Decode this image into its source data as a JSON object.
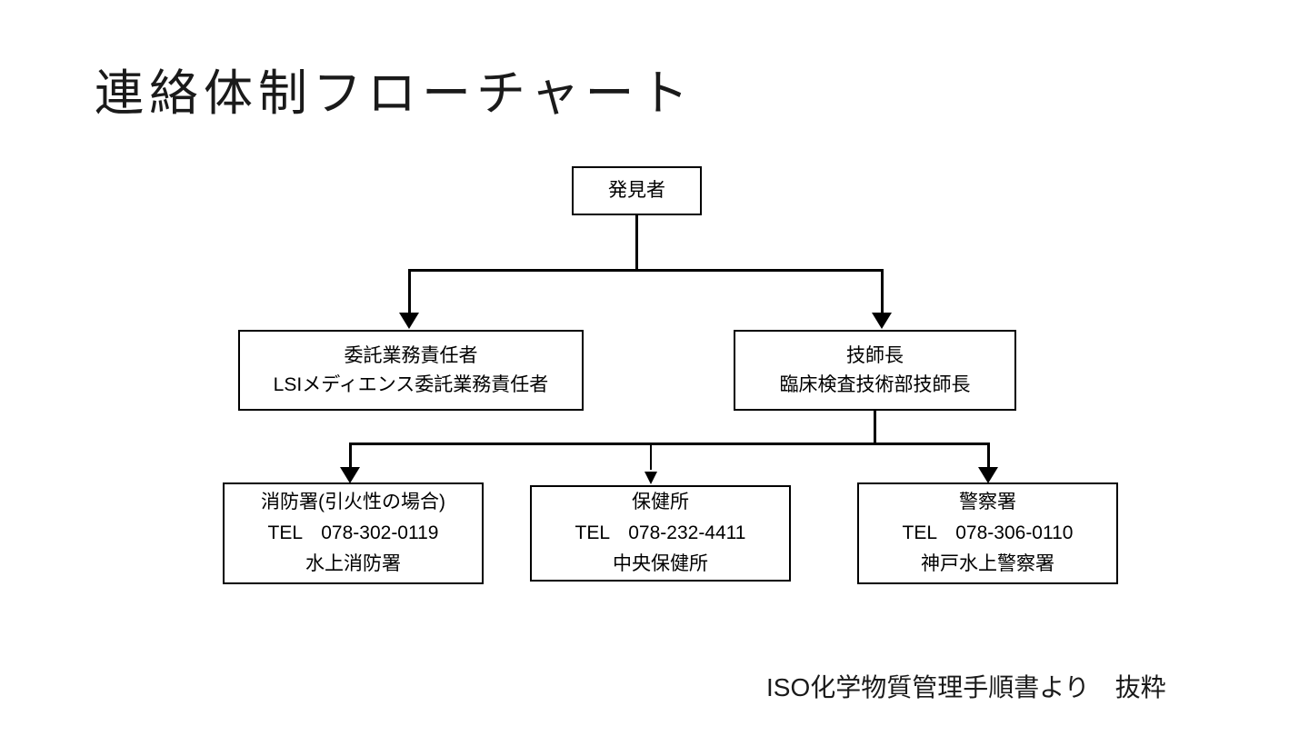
{
  "slide": {
    "title": "連絡体制フローチャート",
    "footer": "ISO化学物質管理手順書より　抜粋",
    "background_color": "#ffffff",
    "line_color": "#000000",
    "text_color": "#000000"
  },
  "flowchart": {
    "type": "org-flow",
    "nodes": [
      {
        "id": "finder",
        "level": 1,
        "lines": [
          "発見者"
        ]
      },
      {
        "id": "contractor",
        "level": 2,
        "lines": [
          "委託業務責任者",
          "LSIメディエンス委託業務責任者"
        ]
      },
      {
        "id": "chief",
        "level": 2,
        "lines": [
          "技師長",
          "臨床検査技術部技師長"
        ]
      },
      {
        "id": "fire",
        "level": 3,
        "lines": [
          "消防署(引火性の場合)",
          "TEL　078-302-0119",
          "水上消防署"
        ]
      },
      {
        "id": "health",
        "level": 3,
        "lines": [
          "保健所",
          "TEL　078-232-4411",
          "中央保健所"
        ]
      },
      {
        "id": "police",
        "level": 3,
        "lines": [
          "警察署",
          "TEL　078-306-0110",
          "神戸水上警察署"
        ]
      }
    ],
    "edges": [
      {
        "from": "finder",
        "to": "contractor",
        "style": "elbow-arrow"
      },
      {
        "from": "finder",
        "to": "chief",
        "style": "elbow-arrow"
      },
      {
        "from": "chief",
        "to": "fire",
        "style": "elbow-arrow"
      },
      {
        "from": "chief",
        "to": "health",
        "style": "elbow-arrow-thin"
      },
      {
        "from": "chief",
        "to": "police",
        "style": "elbow-arrow"
      }
    ]
  }
}
